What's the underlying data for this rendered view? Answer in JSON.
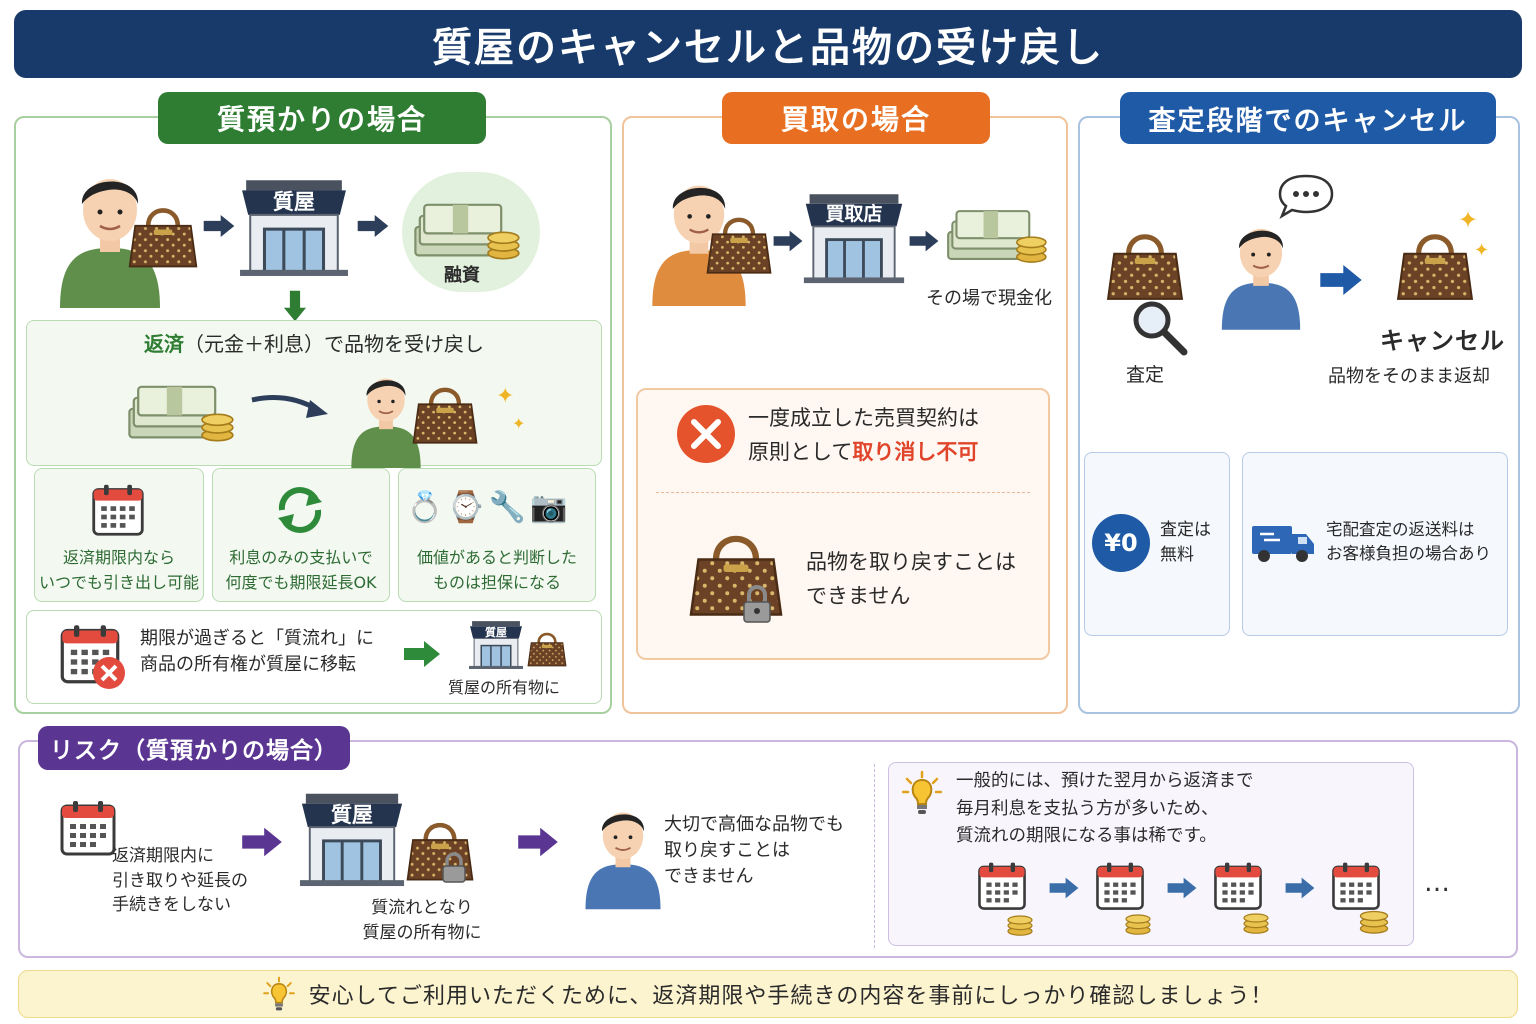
{
  "title": "質屋のキャンセルと品物の受け戻し",
  "pawn": {
    "label": "質預かりの場合",
    "shop_sign": "質屋",
    "loan_label": "融資",
    "repay_prefix": "返済",
    "repay_rest": "（元金＋利息）で品物を受け戻し",
    "features": [
      {
        "line1": "返済期限内なら",
        "line2": "いつでも引き出し可能"
      },
      {
        "line1": "利息のみの支払いで",
        "line2": "何度でも期限延長OK"
      },
      {
        "line1": "価値があると判断した",
        "line2": "ものは担保になる"
      }
    ],
    "expire_line1": "期限が過ぎると「質流れ」に",
    "expire_line2": "商品の所有権が質屋に移転",
    "expire_shop_sign": "質屋",
    "expire_result": "質屋の所有物に"
  },
  "buy": {
    "label": "買取の場合",
    "shop_sign": "買取店",
    "cash_label": "その場で現金化",
    "rule_line1": "一度成立した売買契約は",
    "rule_line2_prefix": "原則として",
    "rule_line2_red": "取り消し不可",
    "noreturn_line1": "品物を取り戻すことは",
    "noreturn_line2": "できません"
  },
  "appraisal": {
    "label": "査定段階でのキャンセル",
    "appraise_label": "査定",
    "cancel_label": "キャンセル",
    "cancel_sub": "品物をそのまま返却",
    "yen_badge": "¥0",
    "free_line1": "査定は",
    "free_line2": "無料",
    "ship_line1": "宅配査定の返送料は",
    "ship_line2": "お客様負担の場合あり"
  },
  "risk": {
    "label": "リスク（質預かりの場合）",
    "step1_line1": "返済期限内に",
    "step1_line2": "引き取りや延長の",
    "step1_line3": "手続きをしない",
    "shop_sign": "質屋",
    "step2_line1": "質流れとなり",
    "step2_line2": "質屋の所有物に",
    "step3_line1": "大切で高価な品物でも",
    "step3_line2": "取り戻すことは",
    "step3_line3": "できません",
    "note_line1": "一般的には、預けた翌月から返済まで",
    "note_line2": "毎月利息を支払う方が多いため、",
    "note_line3": "質流れの期限になる事は稀です。",
    "ellipsis": "…"
  },
  "footer": "安心してご利用いただくために、返済期限や手続きの内容を事前にしっかり確認しましょう！",
  "colors": {
    "navy": "#173a6b",
    "green": "#2e7d32",
    "orange": "#e86f22",
    "blue": "#1f5aa6",
    "purple": "#5a3592",
    "red": "#e0452b"
  }
}
